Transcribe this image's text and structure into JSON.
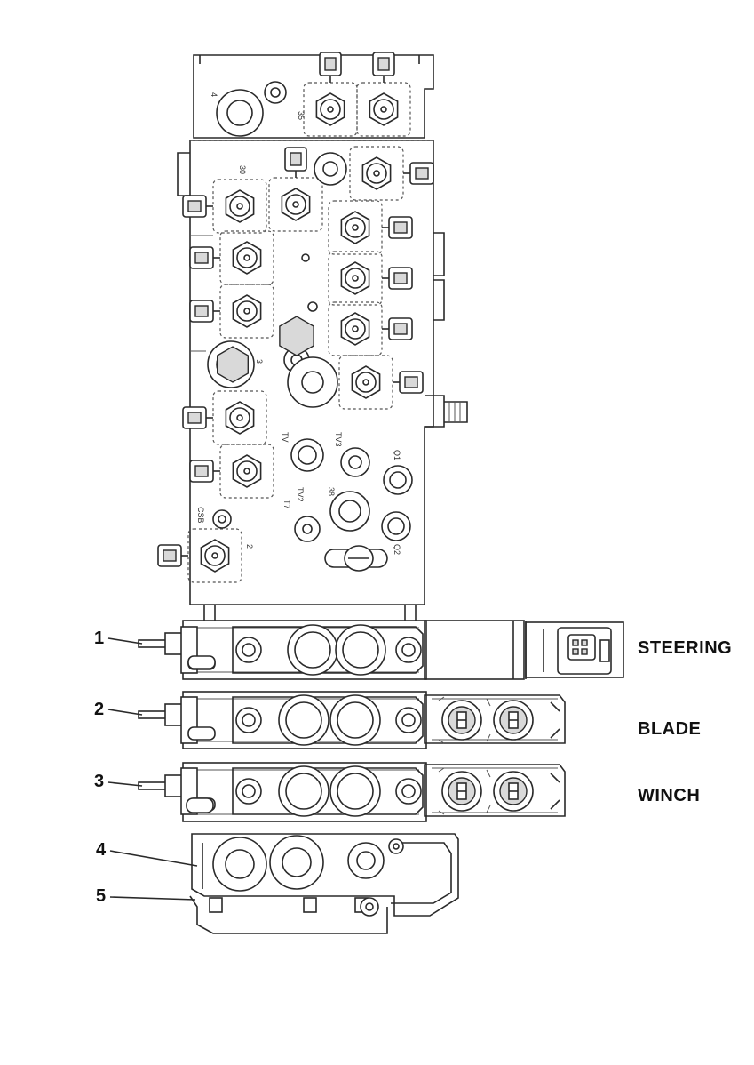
{
  "callouts": [
    {
      "number": "1"
    },
    {
      "number": "2"
    },
    {
      "number": "3"
    },
    {
      "number": "4"
    },
    {
      "number": "5"
    }
  ],
  "sections": [
    {
      "label": "STEERING"
    },
    {
      "label": "BLADE"
    },
    {
      "label": "WINCH"
    }
  ],
  "port_labels": [
    "4",
    "35",
    "30",
    "3",
    "TV",
    "TV3",
    "T7",
    "TV2",
    "38",
    "Q1",
    "Q2",
    "CSB",
    "2"
  ]
}
